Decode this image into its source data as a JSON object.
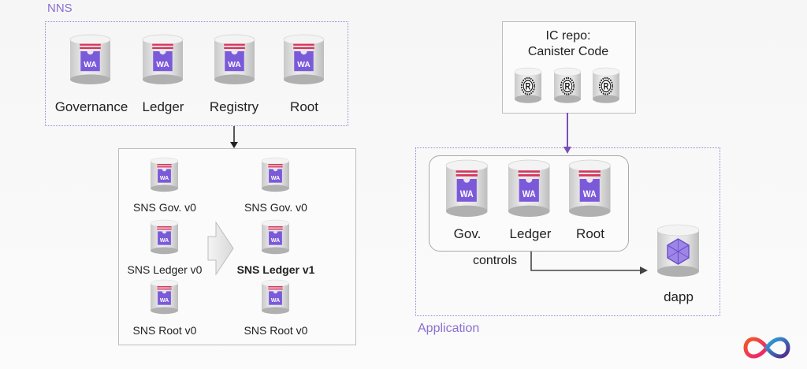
{
  "nns": {
    "title": "NNS",
    "canisters": [
      {
        "label": "Governance",
        "badge": "WA"
      },
      {
        "label": "Ledger",
        "badge": "WA"
      },
      {
        "label": "Registry",
        "badge": "WA"
      },
      {
        "label": "Root",
        "badge": "WA"
      }
    ]
  },
  "sns_upgrade": {
    "left": [
      {
        "label": "SNS Gov. v0",
        "badge": "WA"
      },
      {
        "label": "SNS Ledger v0",
        "badge": "WA"
      },
      {
        "label": "SNS Root v0",
        "badge": "WA"
      }
    ],
    "right": [
      {
        "label": "SNS Gov. v0",
        "badge": "WA"
      },
      {
        "label": "SNS Ledger v1",
        "badge": "WA"
      },
      {
        "label": "SNS Root v0",
        "badge": "WA"
      }
    ]
  },
  "repo": {
    "title_line1": "IC repo:",
    "title_line2": "Canister Code",
    "icon": "rust-logo-icon"
  },
  "application": {
    "title": "Application",
    "canisters": [
      {
        "label": "Gov.",
        "badge": "WA"
      },
      {
        "label": "Ledger",
        "badge": "WA"
      },
      {
        "label": "Root",
        "badge": "WA"
      }
    ],
    "controls_label": "controls",
    "dapp_label": "dapp"
  },
  "colors": {
    "accent_purple": "#8a6fd1",
    "wasm_purple": "#7b5ad9",
    "stripe_pink": "#d8335a"
  }
}
